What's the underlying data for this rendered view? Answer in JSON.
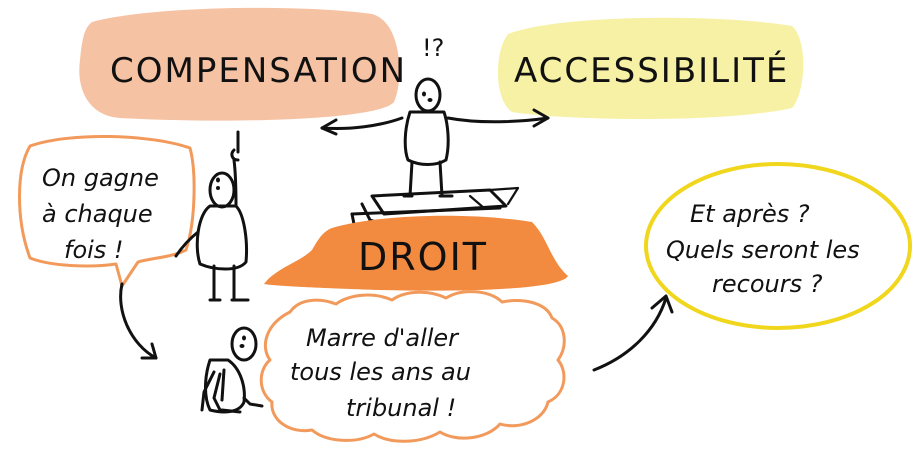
{
  "labels": {
    "compensation": "COMPENSATION",
    "accessibilite": "ACCESSIBILITÉ",
    "droit": "DROIT",
    "question_marks": "!?"
  },
  "bubbles": {
    "left_speech": [
      "On gagne",
      "à chaque",
      "fois !"
    ],
    "cloud": [
      "Marre d'aller",
      "tous les ans au",
      "tribunal !"
    ],
    "right_ellipse": [
      "Et après ?",
      "Quels seront les",
      "recours ?"
    ]
  },
  "colors": {
    "compensation_fill": "#f6c2a4",
    "accessibilite_fill": "#f6f1a5",
    "droit_fill": "#f28a3f",
    "left_bubble_outline": "#f29a5b",
    "cloud_outline": "#f29a5b",
    "right_ellipse_outline": "#f0d61c",
    "ink": "#111111"
  },
  "icons": {
    "figure_standing_on_books": "person-icon",
    "figure_pointing": "person-icon",
    "figure_sitting": "person-icon",
    "books": "book-stack-icon",
    "arrows": "arrow-icon"
  }
}
